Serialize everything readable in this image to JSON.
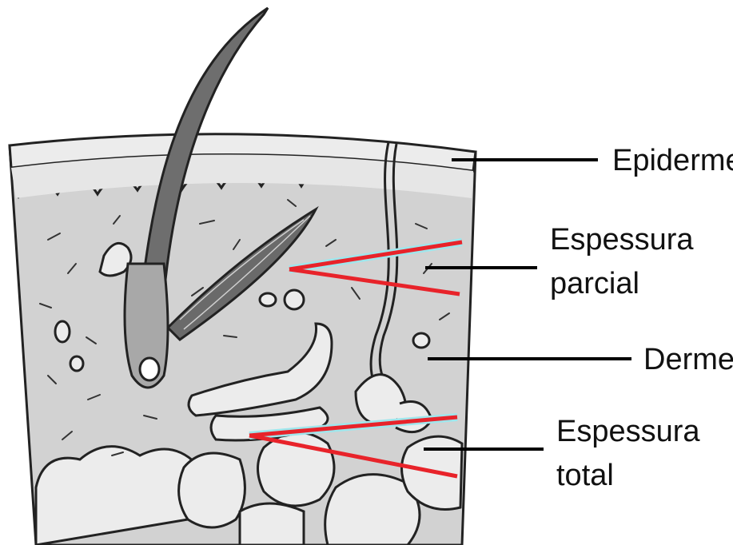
{
  "labels": {
    "epiderme": "Epiderme",
    "espessura_parcial_line1": "Espessura",
    "espessura_parcial_line2": "parcial",
    "derme": "Derme",
    "espessura_total_line1": "Espessura",
    "espessura_total_line2": "total"
  },
  "colors": {
    "background": "#ffffff",
    "skin_fill": "#d2d2d2",
    "epidermis_fill": "#ececec",
    "outline": "#222222",
    "hair": "#6e6e6e",
    "wedge_red": "#e8232a",
    "wedge_cyan": "#9fe6ec",
    "leader_line": "#000000"
  },
  "icons": {
    "hair": "hair-shaft-icon",
    "muscle": "arrector-pili-muscle-icon",
    "gland": "sweat-gland-icon",
    "fat": "subcutaneous-fat-icon"
  }
}
